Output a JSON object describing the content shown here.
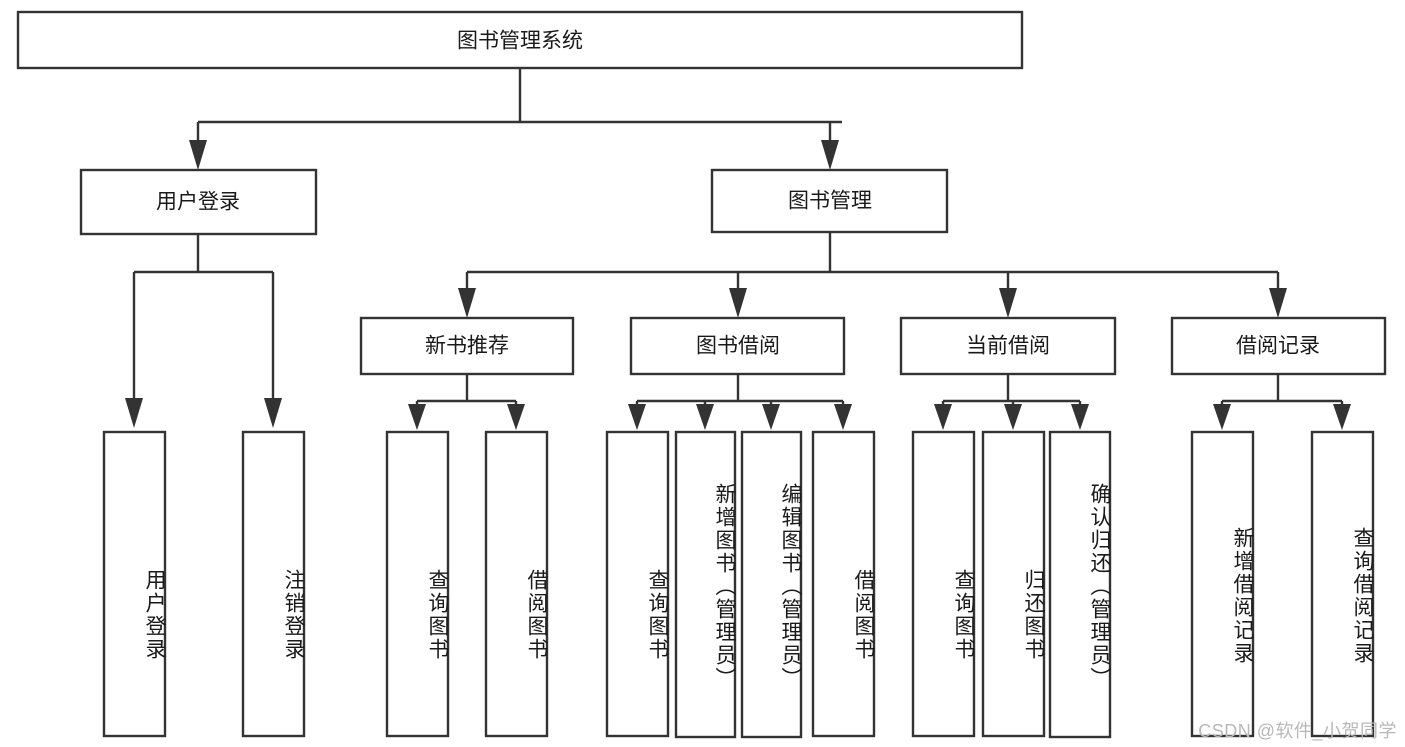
{
  "diagram": {
    "title": "图书管理系统",
    "type": "hierarchy-tree",
    "watermark": "CSDN @软件_小贺同学",
    "colors": {
      "background": "#ffffff",
      "box_stroke": "#333333",
      "box_fill": "#ffffff",
      "text": "#1a1a1a",
      "watermark": "#b8b8b8"
    },
    "levels": {
      "root": {
        "label": "图书管理系统",
        "orientation": "horizontal"
      },
      "level2": [
        {
          "id": "user-login",
          "label": "用户登录",
          "orientation": "horizontal"
        },
        {
          "id": "book-management",
          "label": "图书管理",
          "orientation": "horizontal"
        }
      ],
      "level3": [
        {
          "id": "new-book-recommend",
          "label": "新书推荐",
          "orientation": "horizontal",
          "parent": "book-management"
        },
        {
          "id": "book-borrow",
          "label": "图书借阅",
          "orientation": "horizontal",
          "parent": "book-management"
        },
        {
          "id": "current-borrow",
          "label": "当前借阅",
          "orientation": "horizontal",
          "parent": "book-management"
        },
        {
          "id": "borrow-record",
          "label": "借阅记录",
          "orientation": "horizontal",
          "parent": "book-management"
        }
      ],
      "leaves": [
        {
          "id": "leaf-user-login",
          "label": "用户登录",
          "orientation": "vertical",
          "parent": "user-login"
        },
        {
          "id": "leaf-logout",
          "label": "注销登录",
          "orientation": "vertical",
          "parent": "user-login"
        },
        {
          "id": "leaf-query-book-1",
          "label": "查询图书",
          "orientation": "vertical",
          "parent": "new-book-recommend"
        },
        {
          "id": "leaf-borrow-book-1",
          "label": "借阅图书",
          "orientation": "vertical",
          "parent": "new-book-recommend"
        },
        {
          "id": "leaf-query-book-2",
          "label": "查询图书",
          "orientation": "vertical",
          "parent": "book-borrow"
        },
        {
          "id": "leaf-add-book",
          "label": "新增图书（管理员）",
          "orientation": "vertical",
          "parent": "book-borrow"
        },
        {
          "id": "leaf-edit-book",
          "label": "编辑图书（管理员）",
          "orientation": "vertical",
          "parent": "book-borrow"
        },
        {
          "id": "leaf-borrow-book-2",
          "label": "借阅图书",
          "orientation": "vertical",
          "parent": "book-borrow"
        },
        {
          "id": "leaf-query-book-3",
          "label": "查询图书",
          "orientation": "vertical",
          "parent": "current-borrow"
        },
        {
          "id": "leaf-return-book",
          "label": "归还图书",
          "orientation": "vertical",
          "parent": "current-borrow"
        },
        {
          "id": "leaf-confirm-return",
          "label": "确认归还（管理员）",
          "orientation": "vertical",
          "parent": "current-borrow"
        },
        {
          "id": "leaf-add-record",
          "label": "新增借阅记录",
          "orientation": "vertical",
          "parent": "borrow-record"
        },
        {
          "id": "leaf-query-record",
          "label": "查询借阅记录",
          "orientation": "vertical",
          "parent": "borrow-record"
        }
      ]
    }
  }
}
